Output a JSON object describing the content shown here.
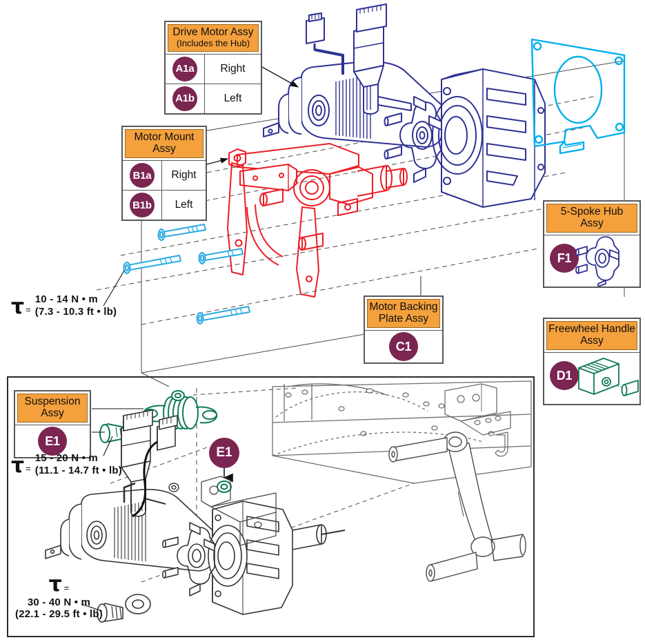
{
  "diagram": {
    "title": "Drive Motor / Motor Mount Exploded Assembly",
    "colors": {
      "badge": "#7B2551",
      "header": "#F4A03C",
      "motor_navy": "#2E3192",
      "backing_cyan": "#00AEEF",
      "mount_red": "#ED1C24",
      "bolt_cyan": "#29ABE2",
      "suspension_green": "#0E7A52",
      "frame_gray": "#6d6d6d",
      "border": "#58585a"
    }
  },
  "callouts": {
    "drive_motor": {
      "header": "Drive Motor Assy",
      "subheader": "(Includes the Hub)",
      "rows": [
        {
          "badge": "A1a",
          "label": "Right"
        },
        {
          "badge": "A1b",
          "label": "Left"
        }
      ]
    },
    "motor_mount": {
      "header": "Motor Mount Assy",
      "rows": [
        {
          "badge": "B1a",
          "label": "Right"
        },
        {
          "badge": "B1b",
          "label": "Left"
        }
      ]
    },
    "motor_backing_plate": {
      "header": "Motor Backing Plate Assy",
      "badge": "C1"
    },
    "five_spoke_hub": {
      "header": "5-Spoke Hub Assy",
      "badge": "F1"
    },
    "freewheel_handle": {
      "header": "Freewheel Handle Assy",
      "badge": "D1"
    },
    "suspension": {
      "header": "Suspension Assy",
      "badge": "E1"
    },
    "suspension_inline_badge": "E1"
  },
  "torque_specs": [
    {
      "id": "torque-motor-mount-bolts",
      "symbol": "τ",
      "equals": "=",
      "metric": "10 - 14  N • m",
      "imperial": "(7.3 - 10.3 ft • lb)"
    },
    {
      "id": "torque-suspension",
      "symbol": "τ",
      "equals": "=",
      "metric": "15 - 20 N • m",
      "imperial": "(11.1 - 14.7 ft • lb)"
    },
    {
      "id": "torque-hub-nut",
      "symbol": "τ",
      "equals": "=",
      "metric": "30 - 40 N • m",
      "imperial": "(22.1 - 29.5 ft • lb)"
    }
  ]
}
